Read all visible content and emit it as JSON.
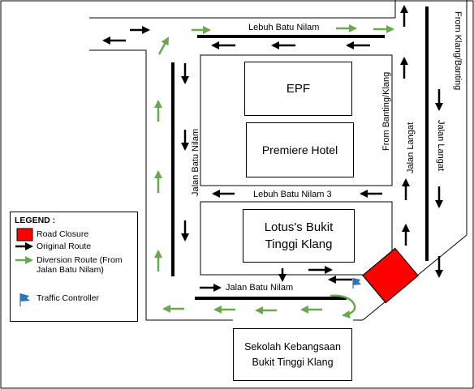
{
  "roads": {
    "lebuh_top": "Lebuh Batu Nilam",
    "lebuh_3": "Lebuh Batu Nilam 3",
    "jalan_batu_nilam_vertical": "Jalan Batu Nilam",
    "jalan_batu_nilam_bottom": "Jalan Batu Nilam",
    "jalan_langat_left": "Jalan Langat",
    "jalan_langat_right": "Jalan Langat",
    "from_banting_klang": "From Banting/Klang",
    "from_klang_banting": "From Klang/Banting"
  },
  "buildings": {
    "epf": "EPF",
    "premiere": "Premiere Hotel",
    "lotus": "Lotus's Bukit Tinggi Klang",
    "school": "Sekolah Kebangsaan Bukit Tinggi Klang"
  },
  "legend": {
    "title": "LEGEND :",
    "road_closure": "Road Closure",
    "original_route": "Original Route",
    "diversion_route": "Diversion Route (From Jalan Batu Nilam)",
    "traffic_controller": "Traffic Controller"
  },
  "colors": {
    "road_closure": "#ff0000",
    "original_route": "#000000",
    "diversion_route": "#6aa84f",
    "traffic_controller": "#2e75b6"
  }
}
